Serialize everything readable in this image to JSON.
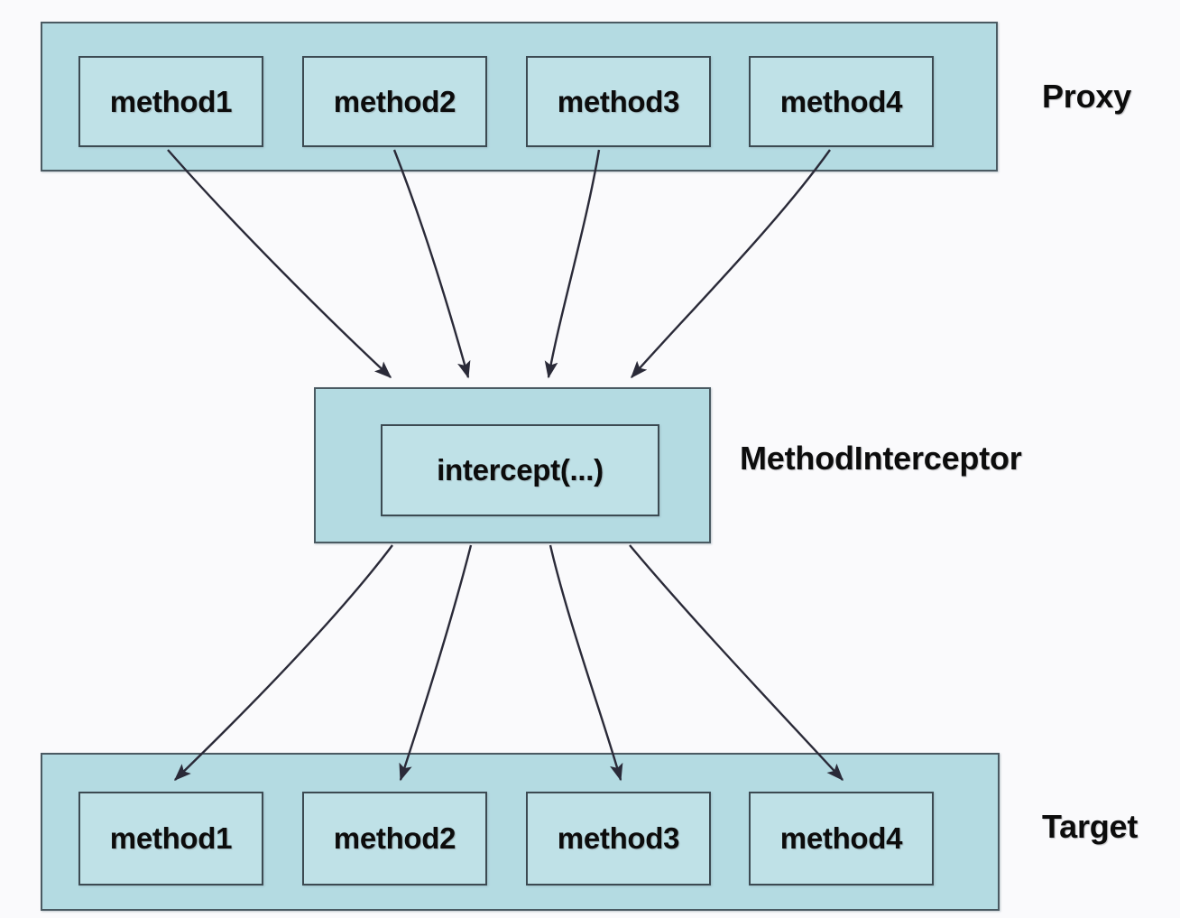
{
  "diagram": {
    "title": "Proxy MethodInterceptor Target flow",
    "background_color": "#fafafc",
    "band_fill_color": "#b4dbe2",
    "box_fill_color": "#bfe1e7",
    "border_color": "#3c4a52",
    "arrow_color": "#2a2a38"
  },
  "proxy": {
    "label": "Proxy",
    "methods": [
      {
        "label": "method1"
      },
      {
        "label": "method2"
      },
      {
        "label": "method3"
      },
      {
        "label": "method4"
      }
    ]
  },
  "interceptor": {
    "label": "MethodInterceptor",
    "method": {
      "label": "intercept(...)"
    }
  },
  "target": {
    "label": "Target",
    "methods": [
      {
        "label": "method1"
      },
      {
        "label": "method2"
      },
      {
        "label": "method3"
      },
      {
        "label": "method4"
      }
    ]
  },
  "flows": {
    "proxy_to_interceptor": [
      {
        "from": "method1",
        "to": "intercept(...)"
      },
      {
        "from": "method2",
        "to": "intercept(...)"
      },
      {
        "from": "method3",
        "to": "intercept(...)"
      },
      {
        "from": "method4",
        "to": "intercept(...)"
      }
    ],
    "interceptor_to_target": [
      {
        "from": "intercept(...)",
        "to": "method1"
      },
      {
        "from": "intercept(...)",
        "to": "method2"
      },
      {
        "from": "intercept(...)",
        "to": "method3"
      },
      {
        "from": "intercept(...)",
        "to": "method4"
      }
    ]
  }
}
